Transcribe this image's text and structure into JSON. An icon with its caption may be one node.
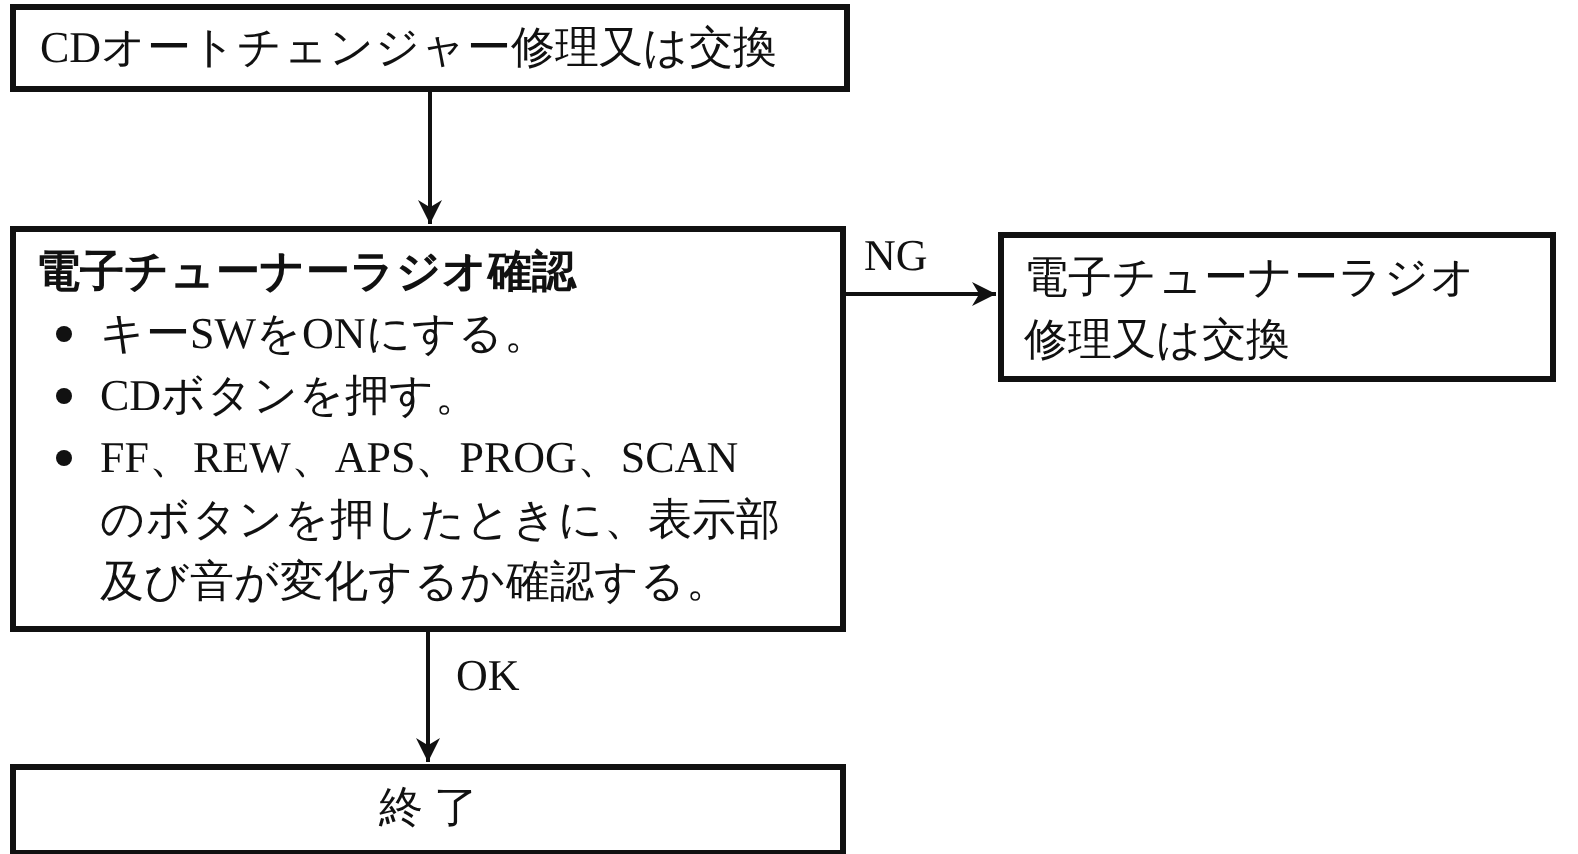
{
  "diagram": {
    "nodes": [
      {
        "text": [
          "CDオートチェンジャー修理又は交換"
        ]
      },
      {
        "text": [
          "電子チューナーラジオ確認",
          "キーSWをONにする。",
          "CDボタンを押す。",
          "FF、REW、APS、PROG、SCANのボタンを押したときに、表示部及び音が変化するか確認する。"
        ]
      },
      {
        "text": [
          "電子チューナーラジオ修理又は交換"
        ]
      },
      {
        "text": [
          "終 了"
        ]
      }
    ],
    "edges": [
      {
        "from": 0,
        "to": 1,
        "arrow": "to"
      },
      {
        "from": 1,
        "to": 2,
        "arrow": "to",
        "label": "NG"
      },
      {
        "from": 1,
        "to": 3,
        "arrow": "to",
        "label": "OK"
      }
    ]
  }
}
